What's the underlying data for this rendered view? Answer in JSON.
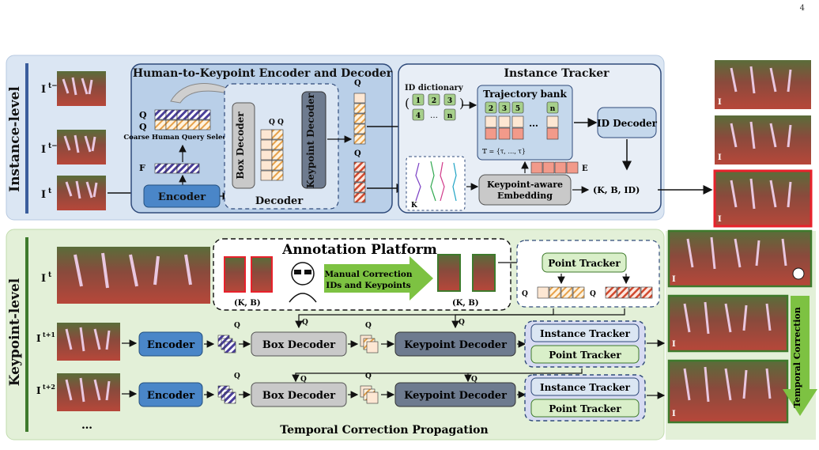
{
  "page_number": "4",
  "instance_level": {
    "label": "Instance-level",
    "encoder_decoder_title": "Human-to-Keypoint Encoder and Decoder",
    "coarse_query_label": "Coarse Human Query Selection",
    "encoder_label": "Encoder",
    "box_decoder_label": "Box Decoder",
    "keypoint_decoder_label": "Keypoint Decoder",
    "decoder_label": "Decoder",
    "instance_tracker_title": "Instance Tracker",
    "id_dictionary_label": "ID dictionary",
    "id_dictionary_items": [
      "1",
      "2",
      "3",
      "4",
      "…",
      "n"
    ],
    "trajectory_bank_label": "Trajectory bank",
    "trajectory_items": [
      "2",
      "3",
      "5",
      "…",
      "n"
    ],
    "id_decoder_label": "ID Decoder",
    "keypoint_embedding_label_1": "Keypoint-aware",
    "keypoint_embedding_label_2": "Embedding"
  },
  "keypoint_level": {
    "label": "Keypoint-level",
    "annotation_platform_title": "Annotation Platform",
    "manual_correction_line1": "Manual Correction",
    "manual_correction_line2": "IDs and Keypoints",
    "point_tracker_label": "Point Tracker",
    "instance_tracker_label": "Instance Tracker",
    "encoder_label": "Encoder",
    "box_decoder_label": "Box Decoder",
    "keypoint_decoder_label": "Keypoint Decoder",
    "temporal_correction_label": "Temporal Correction",
    "propagation_title": "Temporal Correction Propagation",
    "ellipsis": "…"
  },
  "colors": {
    "instance_bg": "#dbe6f3",
    "keypoint_bg": "#e3f0d8",
    "encoder_blue": "#4a86c8",
    "box_decoder_gray": "#c9c9c9",
    "keypoint_decoder_dark": "#6e7b8f",
    "tracker_green": "#d9efc9",
    "arrow_green": "#7dc242",
    "highlight_red": "#e8212b"
  }
}
